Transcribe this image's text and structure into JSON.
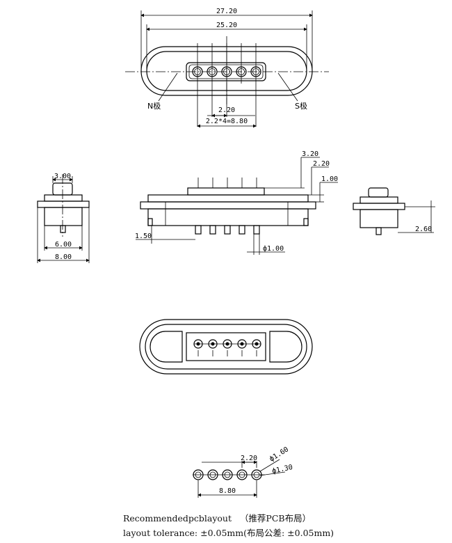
{
  "top_view": {
    "overall_width": "27.20",
    "inner_width": "25.20",
    "pin_pitch": "2.20",
    "pin_span": "2.2*4=8.80",
    "n_pole": "N极",
    "s_pole": "S极"
  },
  "side_view_left": {
    "top_width": "3.00",
    "mid_width": "6.00",
    "base_width": "8.00"
  },
  "front_view": {
    "dim_a": "3.20",
    "dim_b": "2.20",
    "dim_c": "1.00",
    "pin_length": "1.50",
    "pin_diameter": "ф1.00"
  },
  "side_view_right": {
    "height": "2.60"
  },
  "pcb_layout": {
    "pitch": "2.20",
    "outer_diameter": "ф1.60",
    "inner_diameter": "ф1.30",
    "span": "8.80"
  },
  "caption": {
    "line1": "Recommendedpcblayout   （推荐PCB布局）",
    "line2": "layout tolerance: ±0.05mm(布局公差: ±0.05mm)"
  }
}
